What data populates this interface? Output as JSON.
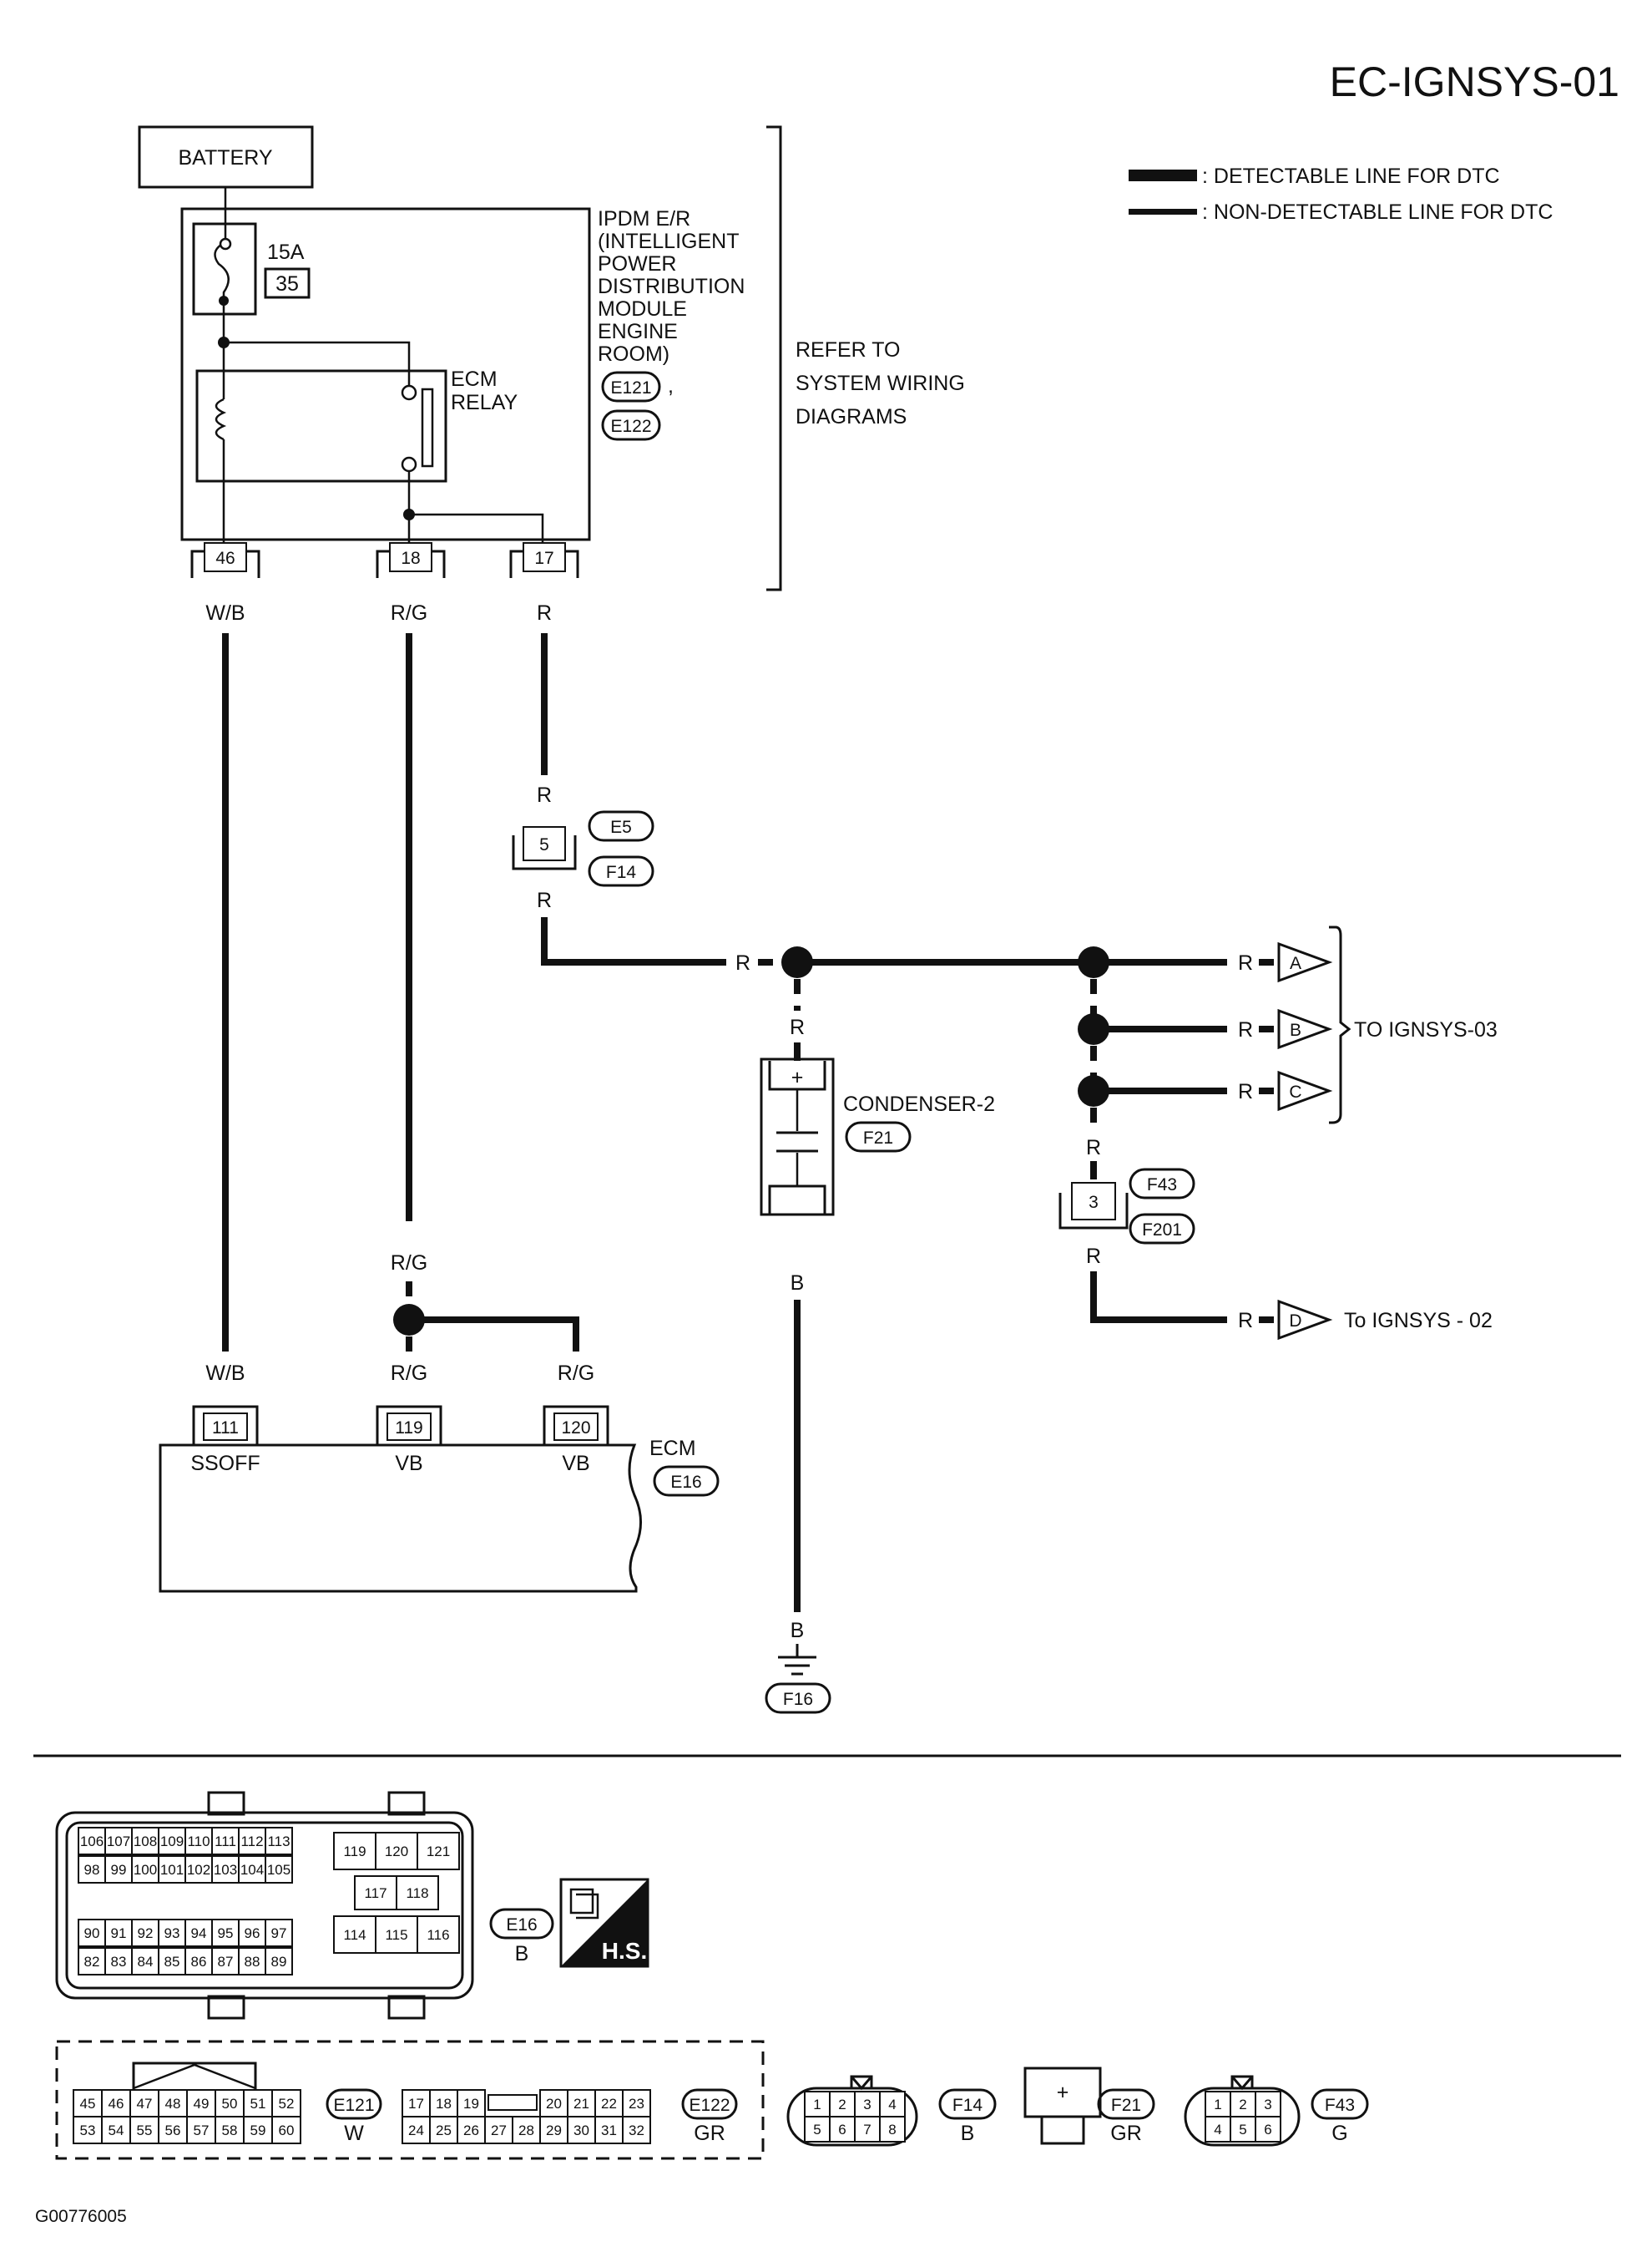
{
  "page": {
    "title": "EC-IGNSYS-01",
    "figure_id": "G00776005"
  },
  "legend": {
    "detectable": ": DETECTABLE LINE FOR DTC",
    "non_detectable": ": NON-DETECTABLE LINE FOR DTC"
  },
  "battery": {
    "label": "BATTERY"
  },
  "fuse": {
    "rating": "15A",
    "number": "35"
  },
  "ipdm": {
    "lines": [
      "IPDM E/R",
      "(INTELLIGENT",
      "POWER",
      "DISTRIBUTION",
      "MODULE",
      "ENGINE",
      "ROOM)"
    ],
    "conn1": "E121",
    "comma": ",",
    "conn2": "E122",
    "relay_lines": [
      "ECM",
      "RELAY"
    ],
    "pins": [
      "46",
      "18",
      "17"
    ]
  },
  "refer": {
    "lines": [
      "REFER TO",
      "SYSTEM WIRING",
      "DIAGRAMS"
    ]
  },
  "wires": {
    "wb": "W/B",
    "rg": "R/G",
    "r": "R",
    "b": "B"
  },
  "joint_e5": {
    "pin": "5",
    "conn1": "E5",
    "conn2": "F14"
  },
  "condenser": {
    "label": "CONDENSER-2",
    "conn": "F21",
    "plus": "+"
  },
  "branches": {
    "a": "A",
    "b": "B",
    "c": "C",
    "d": "D",
    "to_03": "TO IGNSYS-03",
    "to_02": "To IGNSYS - 02"
  },
  "joint_f43": {
    "pin": "3",
    "conn1": "F43",
    "conn2": "F201"
  },
  "ecm": {
    "label": "ECM",
    "conn": "E16",
    "pins": [
      {
        "num": "111",
        "name": "SSOFF"
      },
      {
        "num": "119",
        "name": "VB"
      },
      {
        "num": "120",
        "name": "VB"
      }
    ]
  },
  "ground": {
    "conn": "F16"
  },
  "connectors": {
    "e16": {
      "id": "E16",
      "color": "B",
      "rows": [
        [
          "106",
          "107",
          "108",
          "109",
          "110",
          "111",
          "112",
          "113"
        ],
        [
          "98",
          "99",
          "100",
          "101",
          "102",
          "103",
          "104",
          "105"
        ],
        [
          "90",
          "91",
          "92",
          "93",
          "94",
          "95",
          "96",
          "97"
        ],
        [
          "82",
          "83",
          "84",
          "85",
          "86",
          "87",
          "88",
          "89"
        ]
      ],
      "right_top": [
        "119",
        "120",
        "121"
      ],
      "right_mid": [
        "117",
        "118"
      ],
      "right_bot": [
        "114",
        "115",
        "116"
      ]
    },
    "hs": {
      "label": "H.S."
    },
    "e121": {
      "id": "E121",
      "color": "W",
      "rows": [
        [
          "45",
          "46",
          "47",
          "48",
          "49",
          "50",
          "51",
          "52"
        ],
        [
          "53",
          "54",
          "55",
          "56",
          "57",
          "58",
          "59",
          "60"
        ]
      ]
    },
    "e122": {
      "id": "E122",
      "color": "GR",
      "row1": [
        "17",
        "18",
        "19",
        "20",
        "21",
        "22",
        "23"
      ],
      "row2": [
        "24",
        "25",
        "26",
        "27",
        "28",
        "29",
        "30",
        "31",
        "32"
      ]
    },
    "f14": {
      "id": "F14",
      "color": "B",
      "row1": [
        "1",
        "2",
        "3",
        "4"
      ],
      "row2": [
        "5",
        "6",
        "7",
        "8"
      ]
    },
    "f21": {
      "id": "F21",
      "color": "GR",
      "plus": "+"
    },
    "f43": {
      "id": "F43",
      "color": "G",
      "row1": [
        "1",
        "2",
        "3"
      ],
      "row2": [
        "4",
        "5",
        "6"
      ]
    }
  }
}
